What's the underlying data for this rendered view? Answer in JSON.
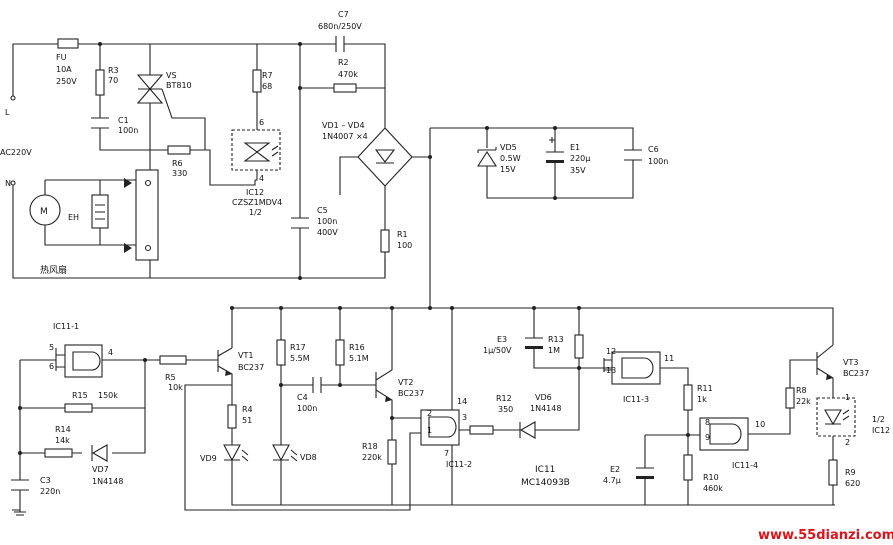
{
  "labels": {
    "fu": "FU",
    "fu_v1": "10A",
    "fu_v2": "250V",
    "r3": "R3",
    "r3_v": "70",
    "vs": "VS",
    "vs_v": "BT810",
    "c1": "C1",
    "c1_v": "100n",
    "r6": "R6",
    "r6_v": "330",
    "r7": "R7",
    "r7_v": "68",
    "ic12_pin6": "6",
    "ic12_pin4": "4",
    "ic12": "IC12",
    "ic12_v1": "CZSZ1MDV4",
    "ic12_v2": "1/2",
    "c7": "C7",
    "c7_v": "680n/250V",
    "r2": "R2",
    "r2_v": "470k",
    "vd1": "VD1 – VD4",
    "vd1_v": "1N4007 ×4",
    "c5": "C5",
    "c5_v1": "100n",
    "c5_v2": "400V",
    "r1": "R1",
    "r1_v": "100",
    "vd5": "VD5",
    "vd5_v1": "0.5W",
    "vd5_v2": "15V",
    "e1": "E1",
    "e1_v1": "220μ",
    "e1_v2": "35V",
    "c6": "C6",
    "c6_v": "100n",
    "l": "L",
    "ac": "AC220V",
    "n": "N",
    "m": "M",
    "eh": "EH",
    "fan": "热风扇",
    "ic11_1": "IC11-1",
    "pin5": "5",
    "pin6": "6",
    "pin4": "4",
    "r5": "R5",
    "r5_v": "10k",
    "vt1": "VT1",
    "vt1_v": "BC237",
    "r15": "R15",
    "r15_v": "150k",
    "r14": "R14",
    "r14_v": "14k",
    "vd7": "VD7",
    "vd7_v": "1N4148",
    "c3": "C3",
    "c3_v": "220n",
    "r4": "R4",
    "r4_v": "51",
    "vd9": "VD9",
    "vd8": "VD8",
    "r17": "R17",
    "r17_v": "5.5M",
    "r16": "R16",
    "r16_v": "5.1M",
    "c4": "C4",
    "c4_v": "100n",
    "vt2": "VT2",
    "vt2_v": "BC237",
    "r18": "R18",
    "r18_v": "220k",
    "ic11_2": "IC11-2",
    "pin14": "14",
    "pin2": "2",
    "pin1": "1",
    "pin7": "7",
    "pin3": "3",
    "e3": "E3",
    "e3_v": "1μ/50V",
    "r13": "R13",
    "r13_v": "1M",
    "r12": "R12",
    "r12_v": "350",
    "vd6": "VD6",
    "vd6_v": "1N4148",
    "ic11": "IC11",
    "ic11_v": "MC14093B",
    "pin12": "12",
    "pin13": "13",
    "pin11": "11",
    "ic11_3": "IC11-3",
    "r11": "R11",
    "r11_v": "1k",
    "e2": "E2",
    "e2_v": "4.7μ",
    "r10": "R10",
    "r10_v": "460k",
    "pin8": "8",
    "pin9": "9",
    "pin10": "10",
    "ic11_4": "IC11-4",
    "r8": "R8",
    "r8_v": "22k",
    "vt3": "VT3",
    "vt3_v": "BC237",
    "ic12b_pin1": "1",
    "ic12b_pin2": "2",
    "ic12b": "1/2",
    "ic12b_v": "IC12",
    "r9": "R9",
    "r9_v": "620",
    "watermark": "www.55dianzi.com"
  },
  "colors": {
    "line": "#222222",
    "watermark": "#d7151b"
  }
}
